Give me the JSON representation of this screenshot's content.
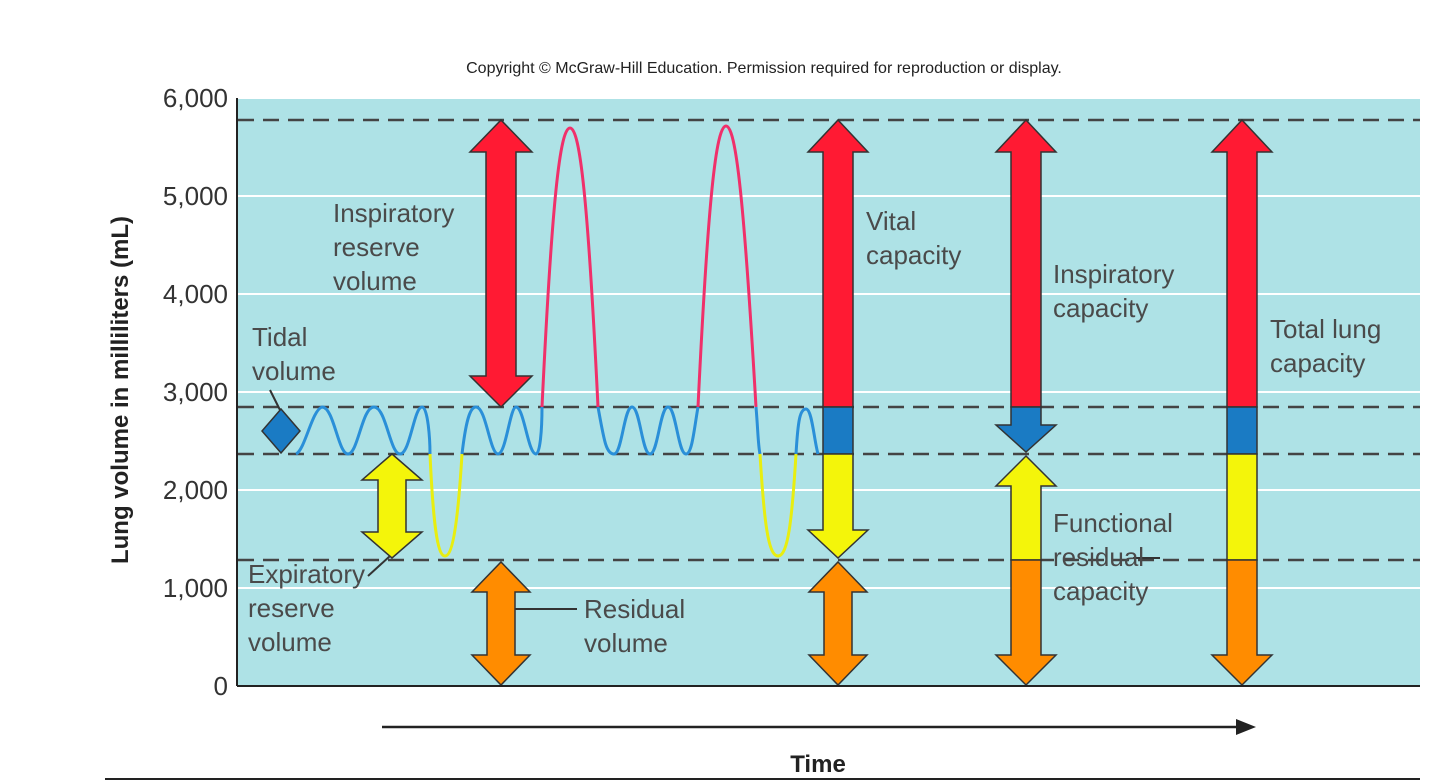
{
  "copyright": "Copyright © McGraw-Hill Education. Permission required for reproduction or display.",
  "axes": {
    "ylabel": "Lung volume in milliliters (mL)",
    "xlabel": "Time",
    "yticks": [
      "6,000",
      "5,000",
      "4,000",
      "3,000",
      "2,000",
      "1,000",
      "0"
    ]
  },
  "labels": {
    "tidal": [
      "Tidal",
      "volume"
    ],
    "irv": [
      "Inspiratory",
      "reserve",
      "volume"
    ],
    "erv": [
      "Expiratory",
      "reserve",
      "volume"
    ],
    "rv": [
      "Residual",
      "volume"
    ],
    "vc": [
      "Vital",
      "capacity"
    ],
    "ic": [
      "Inspiratory",
      "capacity"
    ],
    "frc": [
      "Functional",
      "residual",
      "capacity"
    ],
    "tlc": [
      "Total lung",
      "capacity"
    ]
  },
  "chart_data": {
    "type": "line",
    "title": "",
    "xlabel": "Time",
    "ylabel": "Lung volume in milliliters (mL)",
    "ylim": [
      0,
      6000
    ],
    "yticks": [
      0,
      1000,
      2000,
      3000,
      4000,
      5000,
      6000
    ],
    "grid": true,
    "levels_ml": {
      "max_inspiration": 5800,
      "end_tidal_inspiration": 2850,
      "end_tidal_expiration": 2350,
      "max_expiration": 1300
    },
    "volumes_ml": {
      "tidal_volume": 500,
      "inspiratory_reserve_volume": 2950,
      "expiratory_reserve_volume": 1050,
      "residual_volume": 1300,
      "vital_capacity": 4500,
      "inspiratory_capacity": 3450,
      "functional_residual_capacity": 2350,
      "total_lung_capacity": 5800
    }
  },
  "colors": {
    "background": "#aee2e6",
    "irv": "#ff1a33",
    "tidal": "#1a7bc4",
    "erv": "#f4f50a",
    "rv": "#ff8c00",
    "trace_tidal": "#2a8fd8",
    "trace_irv": "#f0306a",
    "trace_erv": "#e8ee10"
  }
}
